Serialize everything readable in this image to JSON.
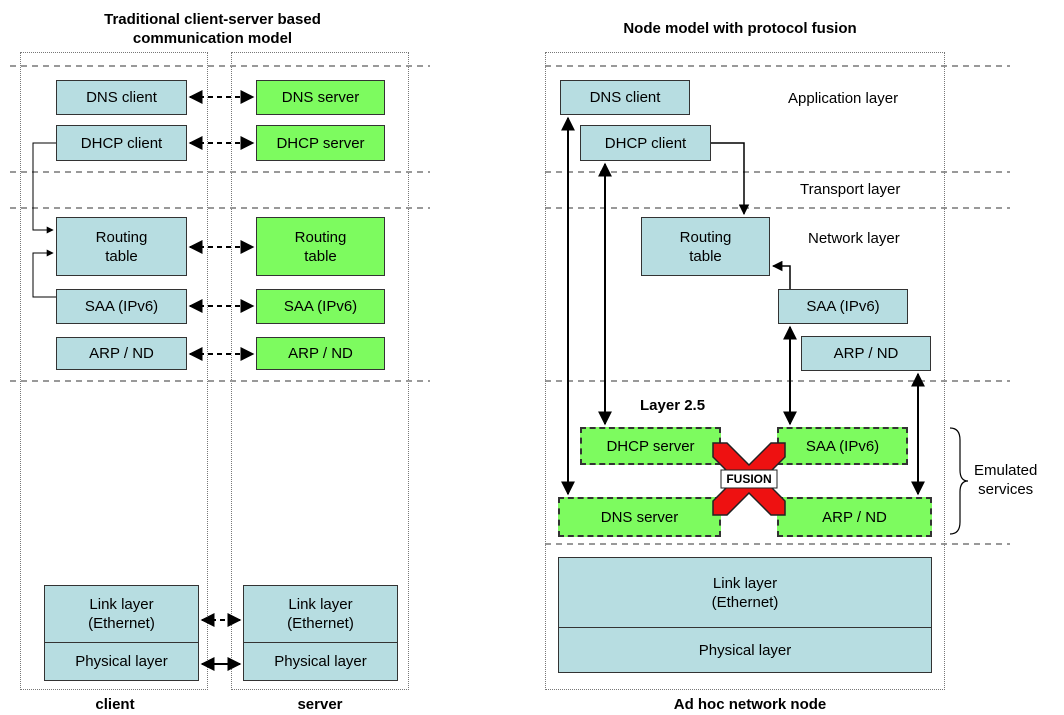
{
  "left": {
    "title_line1": "Traditional client-server based",
    "title_line2": "communication model",
    "client": {
      "dns": "DNS client",
      "dhcp": "DHCP client",
      "routing_1": "Routing",
      "routing_2": "table",
      "saa": "SAA (IPv6)",
      "arp": "ARP / ND",
      "link_1": "Link layer",
      "link_2": "(Ethernet)",
      "phys": "Physical layer"
    },
    "server": {
      "dns": "DNS server",
      "dhcp": "DHCP server",
      "routing_1": "Routing",
      "routing_2": "table",
      "saa": "SAA (IPv6)",
      "arp": "ARP / ND",
      "link_1": "Link layer",
      "link_2": "(Ethernet)",
      "phys": "Physical layer"
    },
    "client_label": "client",
    "server_label": "server"
  },
  "right": {
    "title": "Node model with protocol fusion",
    "layers": {
      "application": "Application layer",
      "transport": "Transport layer",
      "network": "Network layer",
      "layer25": "Layer 2.5"
    },
    "dns_client": "DNS client",
    "dhcp_client": "DHCP client",
    "routing_1": "Routing",
    "routing_2": "table",
    "saa": "SAA (IPv6)",
    "arp": "ARP / ND",
    "emulated": {
      "dhcp_server": "DHCP server",
      "saa": "SAA (IPv6)",
      "dns_server": "DNS server",
      "arp": "ARP / ND"
    },
    "fusion": "FUSION",
    "emulated_label_1": "Emulated",
    "emulated_label_2": "services",
    "link_1": "Link layer",
    "link_2": "(Ethernet)",
    "phys": "Physical layer",
    "node_label": "Ad hoc network node"
  },
  "colors": {
    "box_blue": "#b7dde1",
    "box_green": "#7dfb5f",
    "fusion_red": "#ee1111"
  }
}
